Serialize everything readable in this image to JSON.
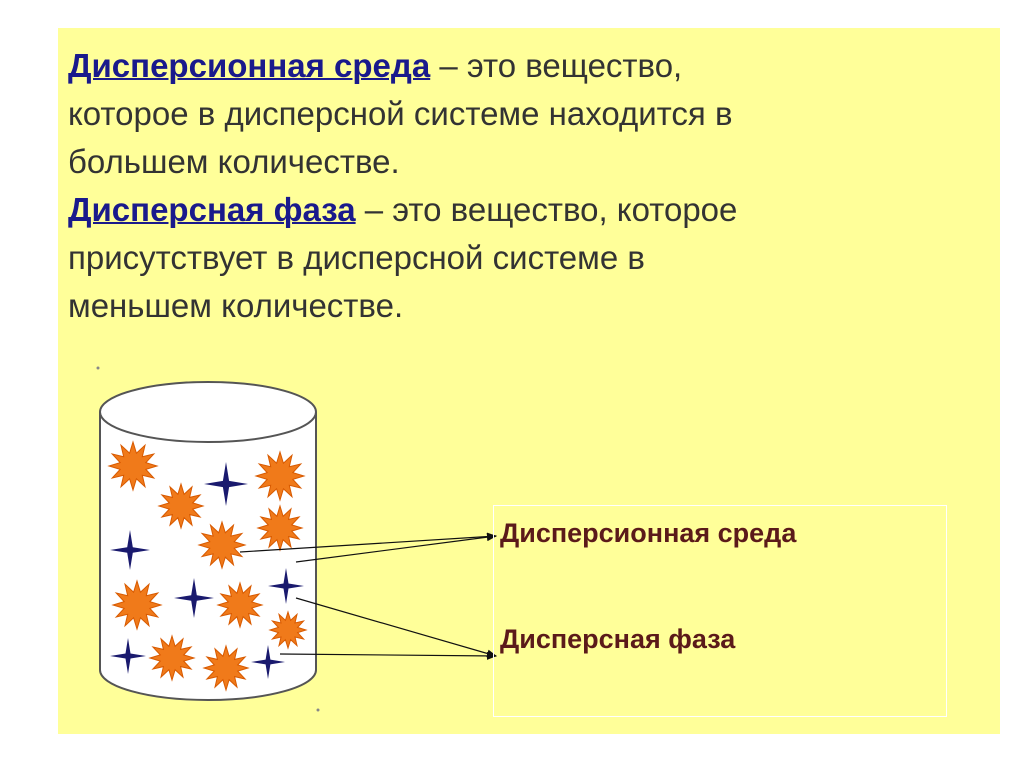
{
  "definitions": {
    "medium": {
      "term": "Дисперсионная среда",
      "text_line1": " – это вещество,",
      "text_line2": "которое в дисперсной системе находится в",
      "text_line3": "большем количестве."
    },
    "phase": {
      "term": "Дисперсная фаза",
      "text_line1": " – это вещество, которое",
      "text_line2": "присутствует в дисперсной системе в",
      "text_line3": "меньшем количестве."
    }
  },
  "diagram": {
    "labels": {
      "medium": "Дисперсионная среда",
      "phase": "Дисперсная фаза"
    },
    "colors": {
      "background": "#ffff99",
      "term": "#1a1a8c",
      "label": "#5b1a1a",
      "star_orange": "#f07a1a",
      "star_navy": "#1a1a6e"
    }
  }
}
